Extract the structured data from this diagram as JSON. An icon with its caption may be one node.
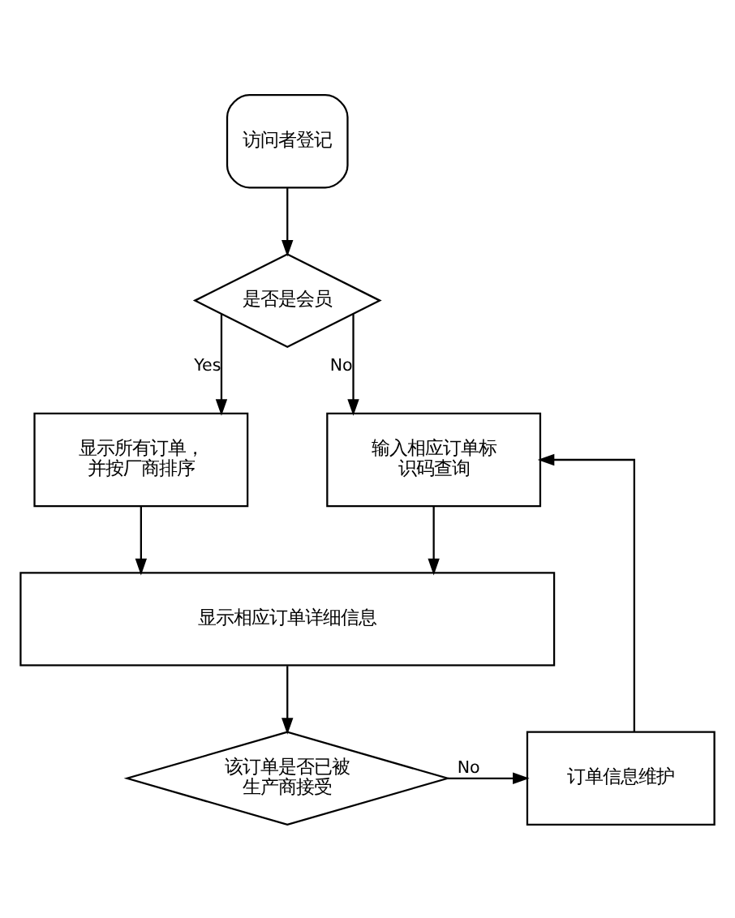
{
  "diagram": {
    "nodes": [
      {
        "text": [
          "访问者登记"
        ]
      },
      {
        "text": [
          "是否是会员"
        ]
      },
      {
        "text": [
          "显示所有订单，并按厂商排序"
        ]
      },
      {
        "text": [
          "输入相应订单标识码查询"
        ]
      },
      {
        "text": [
          "显示相应订单详细信息"
        ]
      },
      {
        "text": [
          "该订单是否已被生产商接受"
        ]
      },
      {
        "text": [
          "订单信息维护"
        ]
      }
    ],
    "edges": [
      {
        "from": 0,
        "to": 1,
        "arrow": "to"
      },
      {
        "from": 1,
        "to": 2,
        "arrow": "to",
        "label": "Yes"
      },
      {
        "from": 1,
        "to": 3,
        "arrow": "to",
        "label": "No"
      },
      {
        "from": 2,
        "to": 4,
        "arrow": "to"
      },
      {
        "from": 3,
        "to": 4,
        "arrow": "to"
      },
      {
        "from": 4,
        "to": 5,
        "arrow": "to"
      },
      {
        "from": 5,
        "to": 6,
        "arrow": "to",
        "label": "No"
      },
      {
        "from": 6,
        "to": 3,
        "arrow": "to"
      }
    ]
  }
}
